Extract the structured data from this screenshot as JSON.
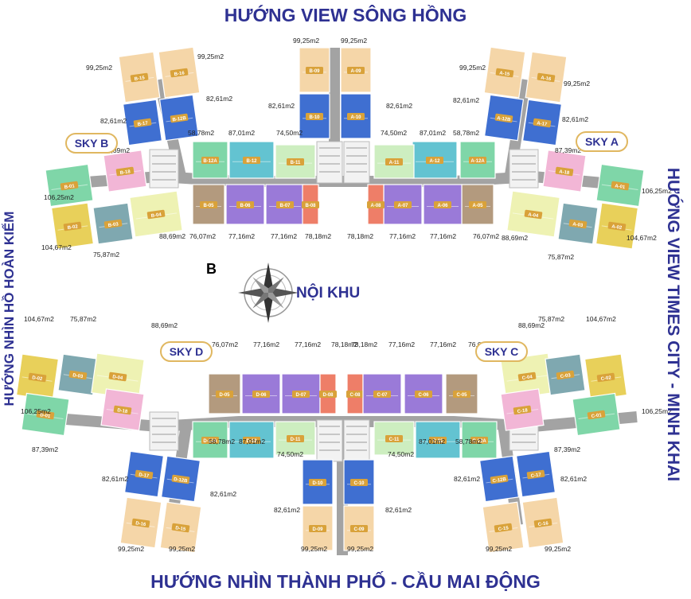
{
  "titles": {
    "top": "HƯỚNG VIEW SÔNG HỒNG",
    "bottom": "HƯỚNG NHÌN THÀNH PHỐ - CẦU MAI ĐỘNG",
    "left": "HƯỚNG NHÌN HỒ HOÀN KIẾM",
    "right": "HƯỚNG VIEW TIMES CITY - MINH KHAI"
  },
  "center_label": "NỘI KHU",
  "compass_letter": "B",
  "sky_labels": {
    "a": "SKY A",
    "b": "SKY B",
    "c": "SKY C",
    "d": "SKY D"
  },
  "unit_colors": {
    "peach": "#f5d6a8",
    "blue": "#3f6fd1",
    "green": "#7fd6a8",
    "lightgreen": "#cdeec0",
    "teal": "#63c3d1",
    "lime": "#c9f05a",
    "pink": "#f2b6d6",
    "yellow": "#e8d05a",
    "slate": "#7fa8b0",
    "cream": "#eef2b3",
    "olive": "#b39a7e",
    "purple": "#9a7ad8",
    "salmon": "#ee7e68",
    "corridor": "#a3a3a3",
    "title": "#2e3192",
    "badge": "#d9a23a"
  },
  "units": [
    {
      "code": "B-15",
      "color": "peach"
    },
    {
      "code": "B-16",
      "color": "peach"
    },
    {
      "code": "B-17",
      "color": "blue"
    },
    {
      "code": "B-12B",
      "color": "blue"
    },
    {
      "code": "B-12A",
      "color": "green"
    },
    {
      "code": "B-12",
      "color": "teal"
    },
    {
      "code": "B-11",
      "color": "lightgreen"
    },
    {
      "code": "B-18",
      "color": "pink"
    },
    {
      "code": "B-01",
      "color": "green"
    },
    {
      "code": "B-02",
      "color": "yellow"
    },
    {
      "code": "B-03",
      "color": "slate"
    },
    {
      "code": "B-04",
      "color": "cream"
    },
    {
      "code": "B-05",
      "color": "olive"
    },
    {
      "code": "B-06",
      "color": "purple"
    },
    {
      "code": "B-07",
      "color": "purple"
    },
    {
      "code": "B-08",
      "color": "salmon"
    },
    {
      "code": "B-09",
      "color": "peach"
    },
    {
      "code": "A-09",
      "color": "peach"
    },
    {
      "code": "B-10",
      "color": "blue"
    },
    {
      "code": "A-10",
      "color": "blue"
    },
    {
      "code": "A-15",
      "color": "peach"
    },
    {
      "code": "A-16",
      "color": "peach"
    },
    {
      "code": "A-12B",
      "color": "blue"
    },
    {
      "code": "A-17",
      "color": "blue"
    },
    {
      "code": "A-12A",
      "color": "green"
    },
    {
      "code": "A-12",
      "color": "teal"
    },
    {
      "code": "A-11",
      "color": "lightgreen"
    },
    {
      "code": "A-18",
      "color": "pink"
    },
    {
      "code": "A-01",
      "color": "green"
    },
    {
      "code": "A-02",
      "color": "yellow"
    },
    {
      "code": "A-03",
      "color": "slate"
    },
    {
      "code": "A-04",
      "color": "cream"
    },
    {
      "code": "A-05",
      "color": "olive"
    },
    {
      "code": "A-06",
      "color": "purple"
    },
    {
      "code": "A-07",
      "color": "purple"
    },
    {
      "code": "A-08",
      "color": "salmon"
    },
    {
      "code": "D-02",
      "color": "yellow"
    },
    {
      "code": "D-03",
      "color": "slate"
    },
    {
      "code": "D-04",
      "color": "cream"
    },
    {
      "code": "D-01",
      "color": "green"
    },
    {
      "code": "D-18",
      "color": "pink"
    },
    {
      "code": "D-05",
      "color": "olive"
    },
    {
      "code": "D-06",
      "color": "purple"
    },
    {
      "code": "D-07",
      "color": "purple"
    },
    {
      "code": "D-08",
      "color": "salmon"
    },
    {
      "code": "D-12A",
      "color": "green"
    },
    {
      "code": "D-12",
      "color": "teal"
    },
    {
      "code": "D-11",
      "color": "lightgreen"
    },
    {
      "code": "D-17",
      "color": "blue"
    },
    {
      "code": "D-12B",
      "color": "blue"
    },
    {
      "code": "D-16",
      "color": "peach"
    },
    {
      "code": "D-15",
      "color": "peach"
    },
    {
      "code": "D-10",
      "color": "blue"
    },
    {
      "code": "C-10",
      "color": "blue"
    },
    {
      "code": "D-09",
      "color": "peach"
    },
    {
      "code": "C-09",
      "color": "peach"
    },
    {
      "code": "C-08",
      "color": "salmon"
    },
    {
      "code": "C-07",
      "color": "purple"
    },
    {
      "code": "C-06",
      "color": "purple"
    },
    {
      "code": "C-05",
      "color": "olive"
    },
    {
      "code": "C-11",
      "color": "lightgreen"
    },
    {
      "code": "C-12",
      "color": "teal"
    },
    {
      "code": "C-12A",
      "color": "green"
    },
    {
      "code": "C-04",
      "color": "cream"
    },
    {
      "code": "C-03",
      "color": "slate"
    },
    {
      "code": "C-02",
      "color": "yellow"
    },
    {
      "code": "C-18",
      "color": "pink"
    },
    {
      "code": "C-01",
      "color": "green"
    },
    {
      "code": "C-12B",
      "color": "blue"
    },
    {
      "code": "C-17",
      "color": "blue"
    },
    {
      "code": "C-15",
      "color": "peach"
    },
    {
      "code": "C-16",
      "color": "peach"
    }
  ],
  "areas": [
    "99,25m2",
    "99,25m2",
    "82,61m2",
    "82,61m2",
    "58,78m2",
    "87,01m2",
    "74,50m2",
    "87,39m2",
    "106,25m2",
    "104,67m2",
    "75,87m2",
    "88,69m2",
    "76,07m2",
    "77,16m2",
    "77,16m2",
    "78,18m2",
    "99,25m2",
    "99,25m2",
    "82,61m2",
    "82,61m2",
    "99,25m2",
    "99,25m2",
    "82,61m2",
    "82,61m2",
    "58,78m2",
    "87,01m2",
    "74,50m2",
    "87,39m2",
    "106,25m2",
    "104,67m2",
    "75,87m2",
    "88,69m2",
    "76,07m2",
    "77,16m2",
    "77,16m2",
    "78,18m2",
    "104,67m2",
    "75,87m2",
    "88,69m2",
    "106,25m2",
    "87,39m2",
    "76,07m2",
    "77,16m2",
    "77,16m2",
    "78,18m2",
    "58,78m2",
    "87,01m2",
    "74,50m2",
    "82,61m2",
    "82,61m2",
    "99,25m2",
    "99,25m2",
    "82,61m2",
    "82,61m2",
    "99,25m2",
    "99,25m2",
    "78,18m2",
    "77,16m2",
    "77,16m2",
    "76,07m2",
    "74,50m2",
    "87,01m2",
    "58,78m2",
    "88,69m2",
    "75,87m2",
    "104,67m2",
    "87,39m2",
    "106,25m2",
    "82,61m2",
    "82,61m2",
    "99,25m2",
    "99,25m2"
  ]
}
